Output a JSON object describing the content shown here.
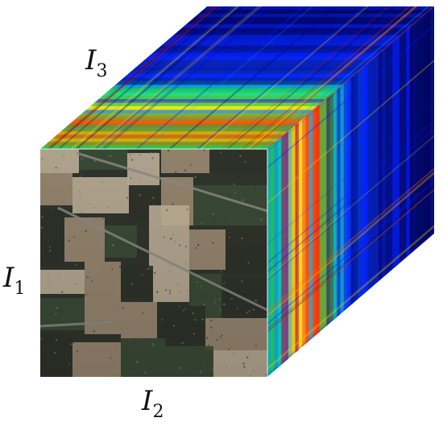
{
  "axis_labels": {
    "i1": {
      "base": "I",
      "sub": "1"
    },
    "i2": {
      "base": "I",
      "sub": "2"
    },
    "i3": {
      "base": "I",
      "sub": "3"
    }
  },
  "colormap": [
    "#00007a",
    "#0018ff",
    "#00a0ff",
    "#11e0b0",
    "#22d24a",
    "#d7ff1a",
    "#ffd000",
    "#ff6a00",
    "#e41400"
  ],
  "image_palette": {
    "dark_field": "#2d3128",
    "green_field": "#3b4a36",
    "tan_field": "#9c8a72",
    "light_field": "#bcae97",
    "purple_noise": "#4a2a44",
    "road": "#7e7d7a"
  }
}
